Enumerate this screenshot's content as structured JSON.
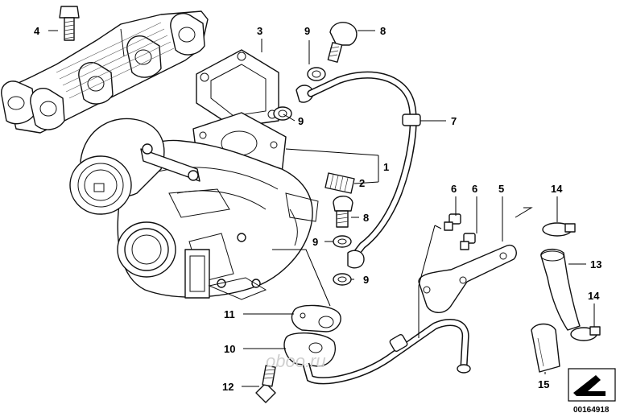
{
  "callouts": {
    "c1": "1",
    "c2": "2",
    "c3": "3",
    "c4": "4",
    "c5": "5",
    "c6a": "6",
    "c6b": "6",
    "c7": "7",
    "c8a": "8",
    "c8b": "8",
    "c9a": "9",
    "c9b": "9",
    "c9c": "9",
    "c9d": "9",
    "c10": "10",
    "c11": "11",
    "c12": "12",
    "c13": "13",
    "c14a": "14",
    "c14b": "14",
    "c15": "15"
  },
  "watermark": "oboo.ru",
  "document_id": "00164918",
  "colors": {
    "line": "#111111",
    "background": "#ffffff",
    "watermark": "#cfcfcf"
  }
}
